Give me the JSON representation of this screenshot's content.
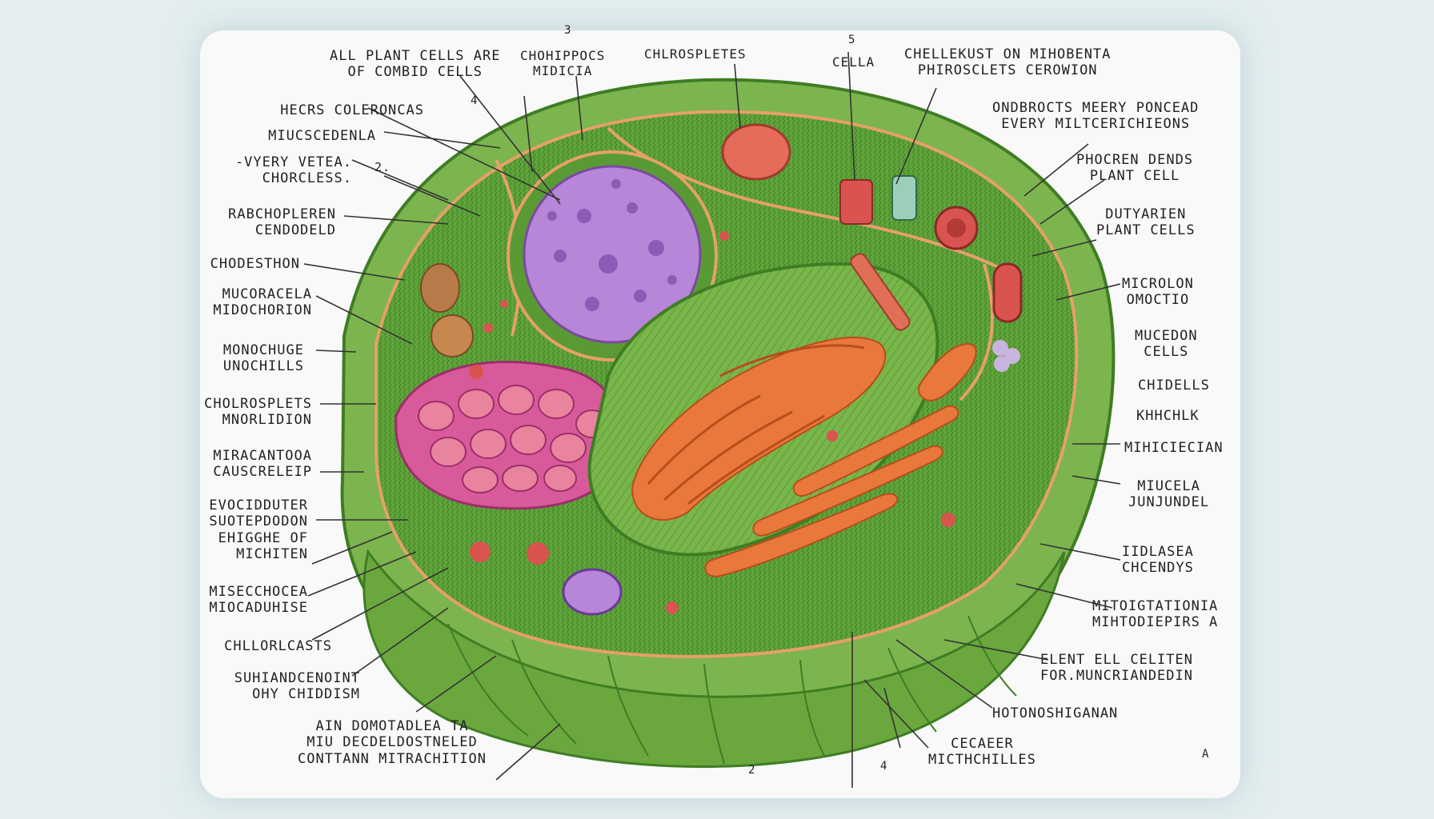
{
  "colors": {
    "cell_wall": "#6aa83e",
    "cytoplasm": "#5f9f3a",
    "membrane": "#e6a06a",
    "nucleus": "#b786d8",
    "mitochondria": "#e9783c",
    "organelle_red": "#d9534f",
    "vacuole": "#d95a9a"
  },
  "labels": {
    "top_left_a": "ALL PLANT CELLS ARE\nOF COMBID CELLS",
    "top_num_3": "3",
    "top_choh": "CHOHIPPOCS\nMIDICIA",
    "top_num_4": "4",
    "top_chlo": "CHLROSPLETES",
    "top_num_5": "5",
    "top_cella": "CELLA",
    "top_right": "CHELLEKUST ON MIHOBENTA\nPHIROSCLETS CEROWION",
    "left_1": "HECRS COLERONCAS",
    "left_2": "MIUCSCEDENLA",
    "left_3": "-VYERY VETEA.\nCHORCLESS.",
    "left_num_2": "2.",
    "left_4": "RABCHOPLEREN\nCENDODELD",
    "left_5": "CHODESTHON",
    "left_6": "MUCORACELA\nMIDOCHORION",
    "left_7": "MONOCHUGE\nUNOCHILLS",
    "left_8": "CHOLROSPLETS\nMNORLIDION",
    "left_9": "MIRACANTOOA\nCAUSCRELEIP",
    "left_10": "EVOCIDDUTER\nSUOTEPDODON\nEHIGGHE OF\nMICHITEN",
    "left_11": "MISECCHOCEA\nMIOCADUHISE",
    "left_12": "CHLLORLCASTS",
    "left_13": "SUHIANDCENOINT\nOHY CHIDDISM",
    "bottom_left": "AIN DOMOTADLEA TA\nMIU DECDELDOSTNELED\nCONTTANN MITRACHITION",
    "bottom_num_2": "2",
    "bottom_num_4": "4",
    "bottom_c": "CECAEER\nMICTHCHILLES",
    "bottom_a": "A",
    "right_1": "ONDBROCTS MEERY PONCEAD\nEVERY MILTCERICHIEONS",
    "right_2": "PHOCREN DENDS\nPLANT CELL",
    "right_3": "DUTYARIEN\nPLANT CELLS",
    "right_4": "MICROLON\nOMOCTIO",
    "right_5": "MUCEDON\nCELLS",
    "right_6": "CHIDELLS",
    "right_7": "KHHCHLK",
    "right_8": "MIHICIECIAN",
    "right_9": "MIUCELA\nJUNJUNDEL",
    "right_10": "IIDLASEA\nCHCENDYS",
    "right_11": "MITOIGTATIONIA\nMIHTODIEPIRS A",
    "right_12": "ELENT ELL CELITEN\nFOR.MUNCRIANDEDIN",
    "right_13": "HOTONOSHIGANAN"
  }
}
